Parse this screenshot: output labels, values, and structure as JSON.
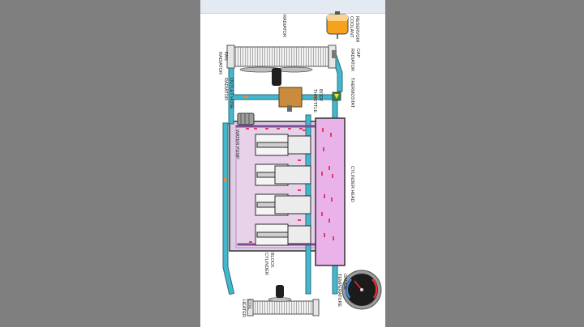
{
  "colors": {
    "coolant": "#45b7cc",
    "cylinder_head": "#e9b3ea",
    "cylinder_block": "#dfcde6",
    "piston": "#ececec",
    "reservoir": "#f7a21b",
    "throttle_body": "#c98c3e",
    "hot_flow": "#e33a6c",
    "warm_flow": "#f08a2e",
    "thermostat": "#f4e33b",
    "background_bars": "#7f7f7f"
  },
  "labels": {
    "coolant_reservoir": [
      "COOLANT",
      "RESERVOIR"
    ],
    "radiator": "RADIATOR",
    "radiator_cap": [
      "RADIATOR",
      "CAP"
    ],
    "radiator_fan": [
      "RADIATOR",
      "FAN"
    ],
    "radiator_outlet_hose": [
      "RADIATOR",
      "OUTLET HOSE"
    ],
    "thermostat": "THERMOSTAT",
    "throttle_body": [
      "THROTTLE",
      "BODY"
    ],
    "water_pump": "WATER PUMP",
    "cylinder_head": "CYLINDER HEAD",
    "cylinder_block": [
      "CYLINDER",
      "BLOCK"
    ],
    "temperature_gauge": [
      "TEMPERATURE",
      "GAUGE"
    ],
    "heater_coil": [
      "HEATER",
      "COIL"
    ]
  },
  "icons": [
    "radiator-icon",
    "fan-icon",
    "reservoir-icon",
    "thermostat-icon",
    "water-pump-icon",
    "piston-icon",
    "gauge-icon",
    "heater-coil-icon"
  ]
}
